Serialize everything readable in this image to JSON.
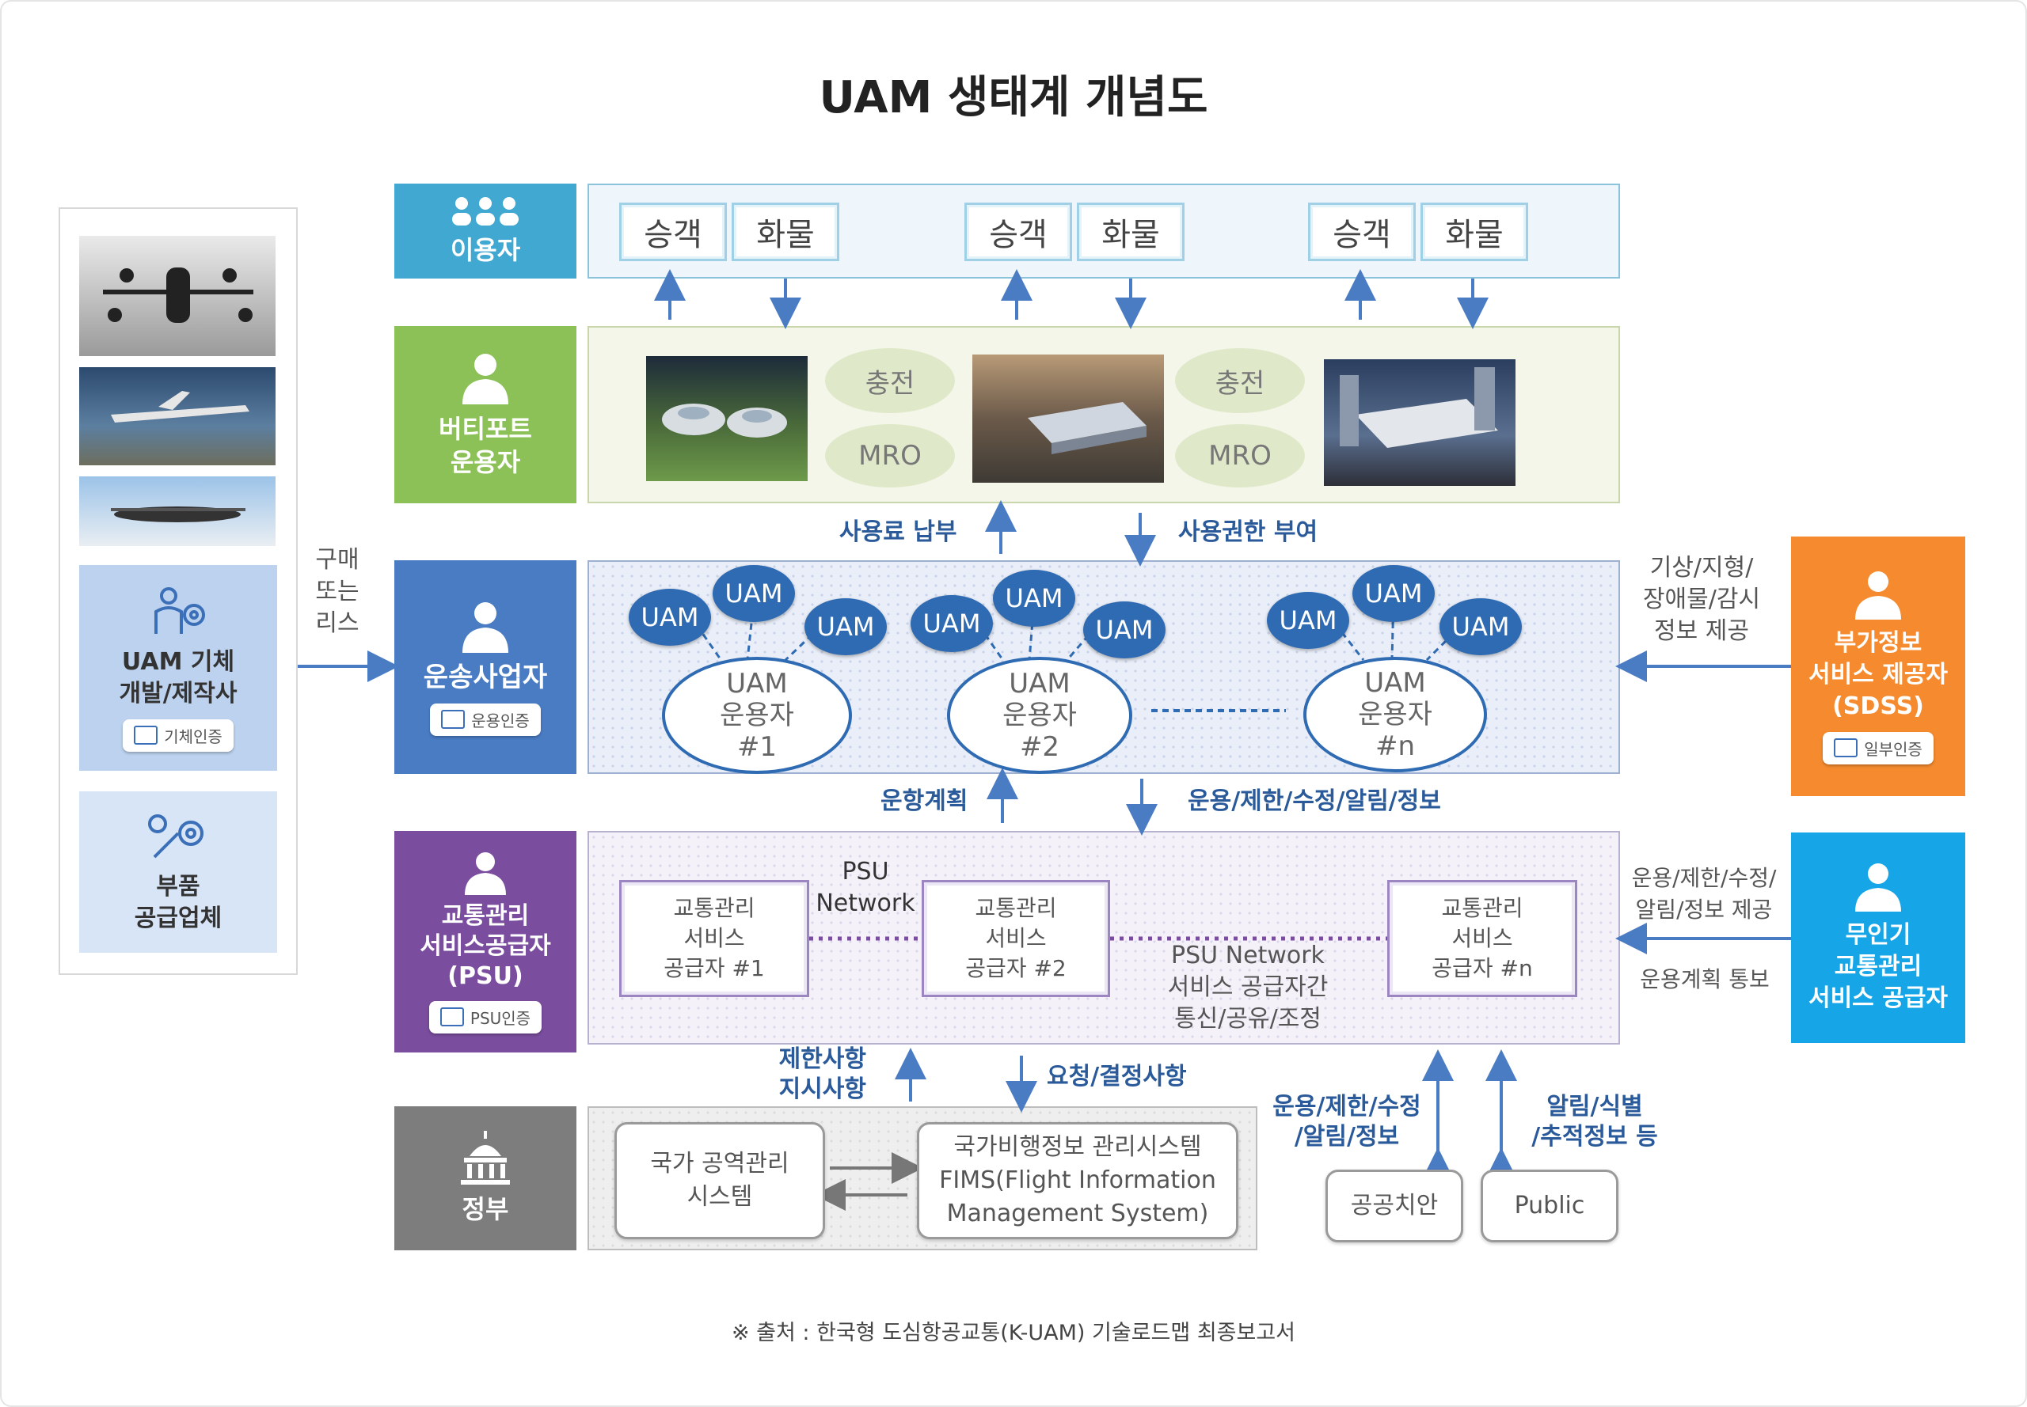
{
  "title": "UAM 생태계 개념도",
  "source": "※ 출처 : 한국형 도심항공교통(K-UAM) 기술로드맵 최종보고서",
  "colors": {
    "user": "#41a8d1",
    "vertiport": "#8cc158",
    "operator": "#4a7cc4",
    "psu": "#7a4d9e",
    "gov": "#7d7d7d",
    "sdss": "#f58a2e",
    "drone": "#16a5e6",
    "arrow": "#4a7cc4"
  },
  "bands": {
    "user": {
      "label": "이용자",
      "icon": "users-icon"
    },
    "vertiport": {
      "label": "버티포트\n운용자",
      "icon": "person-icon"
    },
    "operator": {
      "label": "운송사업자",
      "icon": "person-icon",
      "cert": "운용인증"
    },
    "psu": {
      "label": "교통관리\n서비스공급자\n(PSU)",
      "icon": "person-icon",
      "cert": "PSU인증"
    },
    "gov": {
      "label": "정부",
      "icon": "capitol-icon"
    }
  },
  "left": {
    "maker": {
      "label": "UAM 기체\n개발/제작사",
      "cert": "기체인증",
      "icon": "person-gear-icon"
    },
    "parts": {
      "label": "부품\n공급업체",
      "icon": "wrench-gear-icon"
    },
    "purchase": "구매\n또는\n리스"
  },
  "users_row": [
    "승객",
    "화물",
    "승객",
    "화물",
    "승객",
    "화물"
  ],
  "vertiport": {
    "charge": "충전",
    "mro": "MRO"
  },
  "notes": {
    "fee": "사용료 납부",
    "rights": "사용권한 부여",
    "plan": "운항계획",
    "ops": "운용/제한/수정/알림/정보",
    "restrict": "제한사항\n지시사항",
    "request": "요청/결정사항",
    "weather": "기상/지형/\n장애물/감시\n정보 제공",
    "drone_info": "운용/제한/수정/\n알림/정보 제공",
    "drone_plan": "운용계획 통보",
    "pub1": "운용/제한/수정\n/알림/정보",
    "pub2": "알림/식별\n/추적정보 등",
    "psu_net": "PSU\nNetwork",
    "psu_net2": "PSU Network\n서비스 공급자간\n통신/공유/조정"
  },
  "operators": [
    {
      "label": "UAM\n운용자\n#1",
      "uams": [
        "UAM",
        "UAM",
        "UAM"
      ]
    },
    {
      "label": "UAM\n운용자\n#2",
      "uams": [
        "UAM",
        "UAM",
        "UAM"
      ]
    },
    {
      "label": "UAM\n운용자\n#n",
      "uams": [
        "UAM",
        "UAM",
        "UAM"
      ]
    }
  ],
  "psu_boxes": [
    "교통관리\n서비스\n공급자 #1",
    "교통관리\n서비스\n공급자 #2",
    "교통관리\n서비스\n공급자 #n"
  ],
  "gov": {
    "airspace": "국가 공역관리\n시스템",
    "fims": "국가비행정보 관리시스템\nFIMS(Flight Information\nManagement System)"
  },
  "public": {
    "police": "공공치안",
    "public": "Public"
  },
  "sdss": {
    "label": "부가정보\n서비스 제공자\n(SDSS)",
    "cert": "일부인증"
  },
  "drone": {
    "label": "무인기\n교통관리\n서비스 공급자"
  }
}
